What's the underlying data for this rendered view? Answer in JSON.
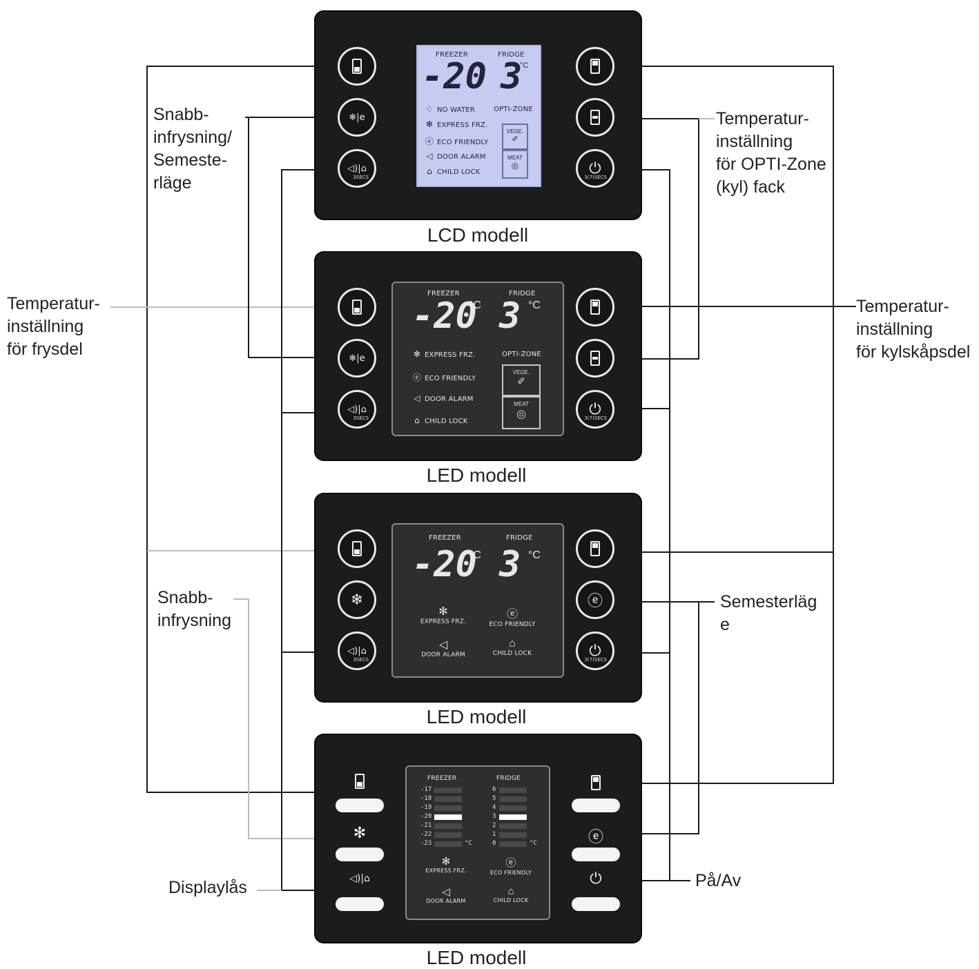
{
  "callouts": {
    "express_holiday": "Snabb-\ninfrysning/\nSemeste-\nrläge",
    "opti_zone": "Temperatur-\ninställning\nför OPTI-Zone\n(kyl) fack",
    "freezer_temp": "Temperatur-\ninställning\nför frysdel",
    "fridge_temp": "Temperatur-\ninställning\nför kylskåpsdel",
    "express": "Snabb-\ninfrysning",
    "holiday": "Semesterläg\ne",
    "display_lock": "Displaylås",
    "power": "På/Av"
  },
  "captions": [
    "LCD modell",
    "LED modell",
    "LED modell",
    "LED modell"
  ],
  "display": {
    "freezer": "FREEZER",
    "fridge": "FRIDGE",
    "freezer_temp": "-20",
    "fridge_temp": "3",
    "unit": "°C",
    "no_water": "NO WATER",
    "opti_zone": "OPTI-ZONE",
    "express_frz": "EXPRESS FRZ.",
    "eco_friendly": "ECO FRIENDLY",
    "door_alarm": "DOOR ALARM",
    "child_lock": "CHILD LOCK",
    "vege": "VEGE.",
    "meat": "MEAT",
    "hold_lock": "3SECS",
    "hold_power": "3(7)SECS"
  },
  "bar_scale": {
    "freezer": [
      "-17",
      "-18",
      "-19",
      "-20",
      "-21",
      "-22",
      "-23"
    ],
    "fridge": [
      "6",
      "5",
      "4",
      "3",
      "2",
      "1",
      "0"
    ],
    "freezer_unit": "°C",
    "fridge_unit": "°C",
    "freezer_active": "-20",
    "fridge_active": "3"
  },
  "icons": [
    "fridge-low-icon",
    "express-freeze-icon",
    "eco-icon",
    "speaker-icon",
    "lock-icon",
    "fridge-top-icon",
    "fridge-mid-icon",
    "power-icon",
    "vege-icon",
    "meat-icon",
    "water-icon"
  ],
  "colors": {
    "panel": "#1c1c1c",
    "lcd": "#c7cbf2",
    "led_screen": "#2e2e2e",
    "line": "#111111"
  }
}
